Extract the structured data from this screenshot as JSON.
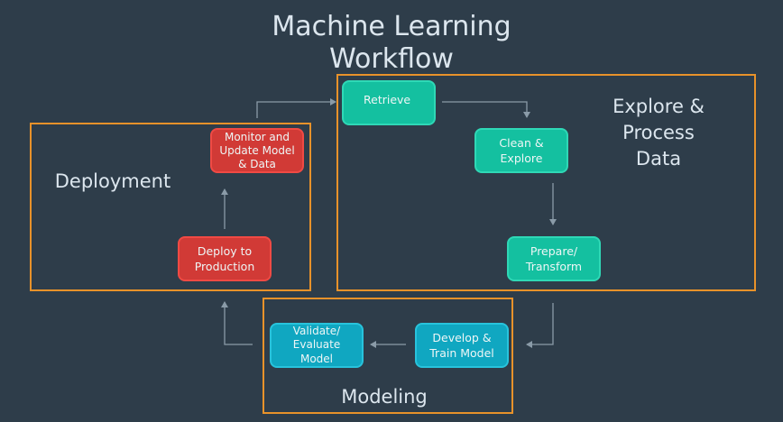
{
  "title": {
    "line1": "Machine Learning",
    "line2": "Workflow"
  },
  "groups": {
    "explore": {
      "label": "Explore &\nProcess\nData"
    },
    "deployment": {
      "label": "Deployment"
    },
    "modeling": {
      "label": "Modeling"
    }
  },
  "nodes": {
    "retrieve": "Retrieve",
    "clean_explore": "Clean &\nExplore",
    "prepare_transform": "Prepare/\nTransform",
    "develop_train": "Develop &\nTrain Model",
    "validate_evaluate": "Validate/\nEvaluate\nModel",
    "deploy_production": "Deploy to\nProduction",
    "monitor_update": "Monitor and\nUpdate Model\n& Data"
  },
  "colors": {
    "background": "#2e3d4a",
    "group_border": "#e8922a",
    "explore_nodes": "#14c0a0",
    "deployment_nodes": "#d13a36",
    "modeling_nodes": "#10a7c1",
    "arrow": "#8a9ba8"
  }
}
